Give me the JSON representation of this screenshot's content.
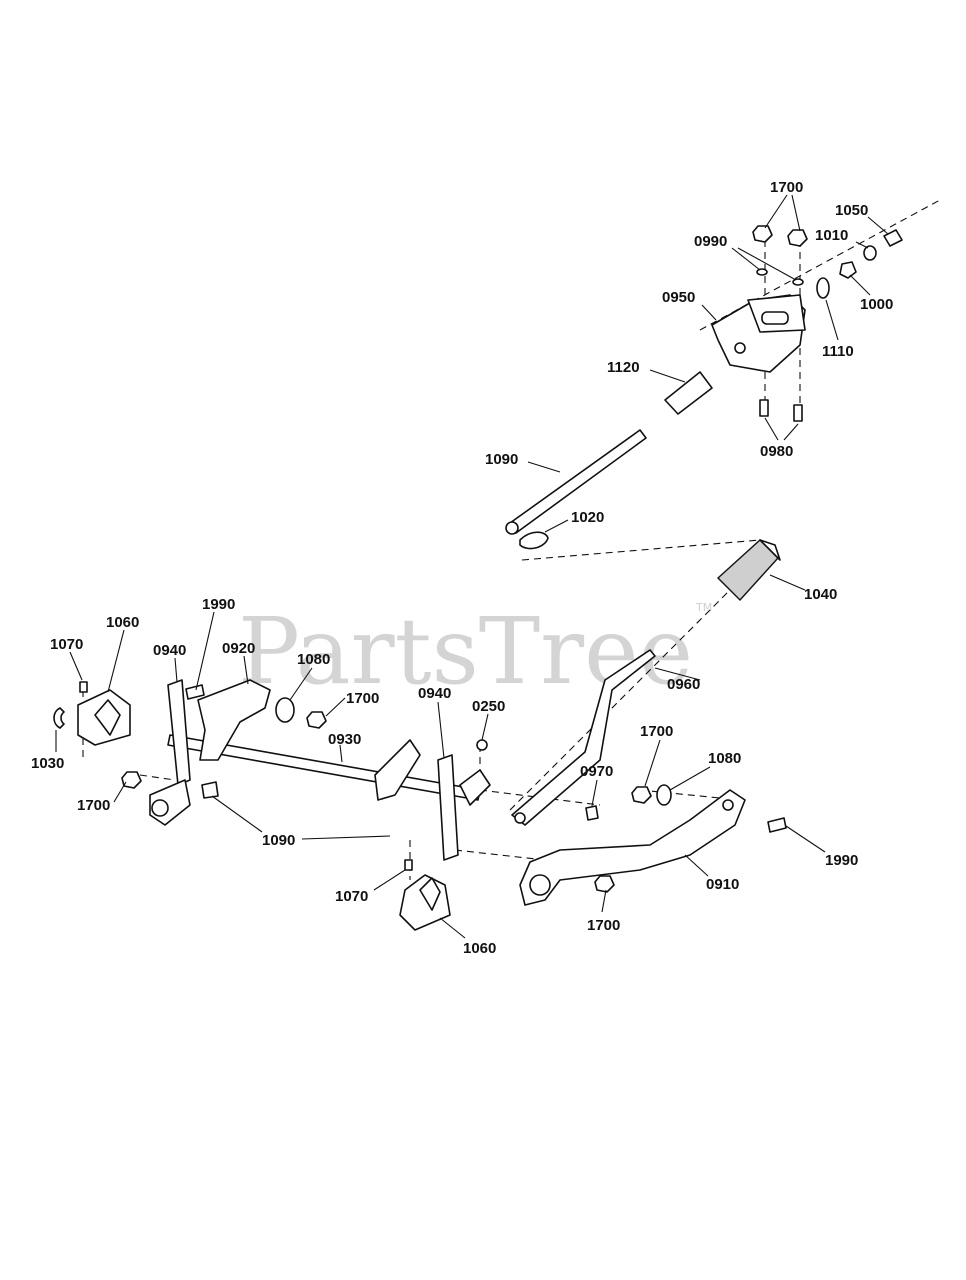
{
  "watermark": {
    "text": "PartsTree",
    "tm": "TM"
  },
  "callouts": [
    {
      "id": "c1700a",
      "text": "1700"
    },
    {
      "id": "c1050",
      "text": "1050"
    },
    {
      "id": "c1010",
      "text": "1010"
    },
    {
      "id": "c0990",
      "text": "0990"
    },
    {
      "id": "c1000",
      "text": "1000"
    },
    {
      "id": "c0950",
      "text": "0950"
    },
    {
      "id": "c1110",
      "text": "1110"
    },
    {
      "id": "c1120",
      "text": "1120"
    },
    {
      "id": "c0980",
      "text": "0980"
    },
    {
      "id": "c1090a",
      "text": "1090"
    },
    {
      "id": "c1020",
      "text": "1020"
    },
    {
      "id": "c1040",
      "text": "1040"
    },
    {
      "id": "c1990a",
      "text": "1990"
    },
    {
      "id": "c1060a",
      "text": "1060"
    },
    {
      "id": "c1070a",
      "text": "1070"
    },
    {
      "id": "c0940a",
      "text": "0940"
    },
    {
      "id": "c0920",
      "text": "0920"
    },
    {
      "id": "c1080a",
      "text": "1080"
    },
    {
      "id": "c0960",
      "text": "0960"
    },
    {
      "id": "c1700b",
      "text": "1700"
    },
    {
      "id": "c0940b",
      "text": "0940"
    },
    {
      "id": "c0250",
      "text": "0250"
    },
    {
      "id": "c0930",
      "text": "0930"
    },
    {
      "id": "c1030",
      "text": "1030"
    },
    {
      "id": "c1700c",
      "text": "1700"
    },
    {
      "id": "c1700d",
      "text": "1700"
    },
    {
      "id": "c1080b",
      "text": "1080"
    },
    {
      "id": "c0970",
      "text": "0970"
    },
    {
      "id": "c1090b",
      "text": "1090"
    },
    {
      "id": "c1990b",
      "text": "1990"
    },
    {
      "id": "c0910",
      "text": "0910"
    },
    {
      "id": "c1070b",
      "text": "1070"
    },
    {
      "id": "c1700e",
      "text": "1700"
    },
    {
      "id": "c1060b",
      "text": "1060"
    }
  ]
}
